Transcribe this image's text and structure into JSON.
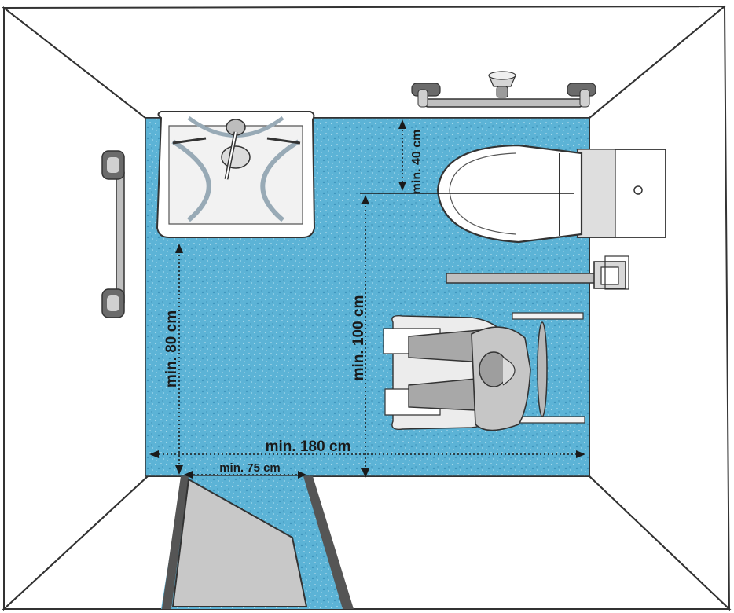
{
  "diagram": {
    "dimensions": {
      "room_width": "min. 180 cm",
      "door_width": "min. 75 cm",
      "sink_clearance": "min. 80 cm",
      "toilet_clearance": "min. 100 cm",
      "toilet_axis_distance": "min. 40 cm"
    },
    "colors": {
      "floor": "#5cb3d6",
      "floor_speckle": "#a8dcef",
      "wall_light": "#e8f5f4",
      "wall_mid": "#cde4e8",
      "wall_dark": "#b7cfd8",
      "fixture": "#ffffff",
      "fixture_shade": "#d9d9d9",
      "rail": "#bfbfbf",
      "door": "#c8c8c8",
      "door_frame": "#555555"
    }
  }
}
